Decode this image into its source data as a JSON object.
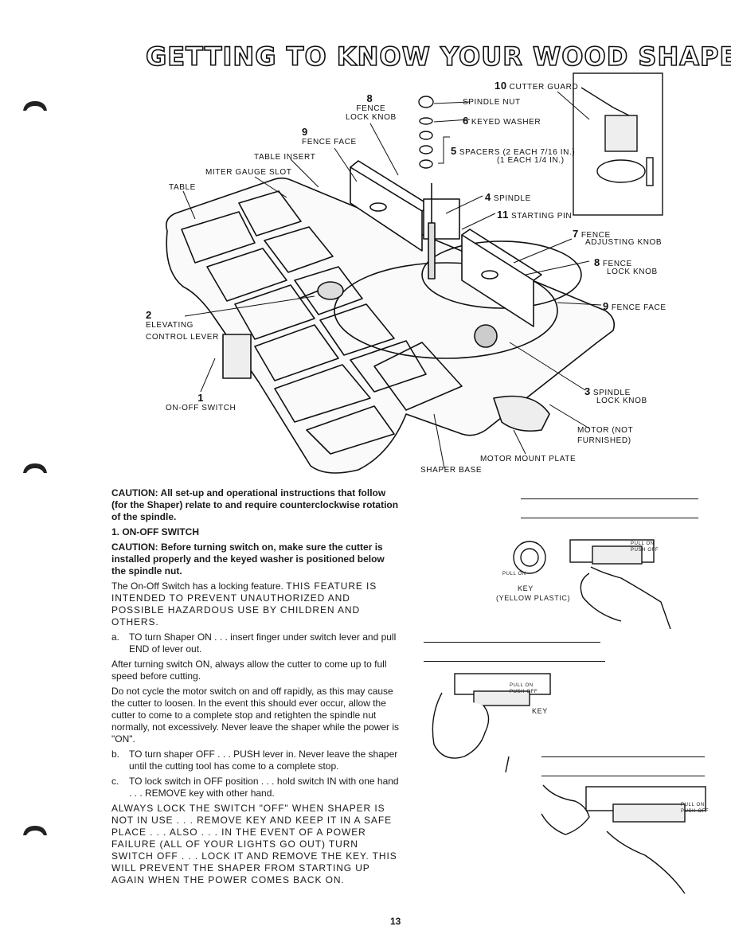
{
  "page": {
    "title": "GETTING TO KNOW YOUR WOOD SHAPER",
    "page_number": "13"
  },
  "diagram": {
    "labels": {
      "cutter_guard": {
        "num": "10",
        "text": "CUTTER GUARD"
      },
      "spindle_nut": {
        "text": "SPINDLE NUT"
      },
      "keyed_washer": {
        "num": "6",
        "text": "KEYED WASHER"
      },
      "spacers": {
        "num": "5",
        "line1": "SPACERS (2 EACH 7/16 IN.)",
        "line2": "(1 EACH 1/4 IN.)"
      },
      "spindle": {
        "num": "4",
        "text": "SPINDLE"
      },
      "starting_pin": {
        "num": "11",
        "text": "STARTING PIN"
      },
      "fence_adjusting_knob": {
        "num": "7",
        "line1": "FENCE",
        "line2": "ADJUSTING KNOB"
      },
      "fence_lock_knob_right": {
        "num": "8",
        "line1": "FENCE",
        "line2": "LOCK KNOB"
      },
      "fence_face_right": {
        "num": "9",
        "text": "FENCE FACE"
      },
      "spindle_lock_knob": {
        "num": "3",
        "line1": "SPINDLE",
        "line2": "LOCK KNOB"
      },
      "motor": {
        "line1": "MOTOR (NOT",
        "line2": "FURNISHED)"
      },
      "motor_mount_plate": {
        "text": "MOTOR MOUNT PLATE"
      },
      "shaper_base": {
        "text": "SHAPER BASE"
      },
      "on_off_switch": {
        "num": "1",
        "text": "ON-OFF SWITCH"
      },
      "elevating_control_lever": {
        "num": "2",
        "line1": "ELEVATING",
        "line2": "CONTROL LEVER"
      },
      "table": {
        "text": "TABLE"
      },
      "miter_gauge_slot": {
        "text": "MITER GAUGE SLOT"
      },
      "table_insert": {
        "text": "TABLE INSERT"
      },
      "fence_face_left": {
        "num": "9",
        "text": "FENCE FACE"
      },
      "fence_lock_knob_left": {
        "num": "8",
        "line1": "FENCE",
        "line2": "LOCK KNOB"
      }
    }
  },
  "text": {
    "caution1": "CAUTION: All set-up and operational instructions that follow (for the Shaper) relate to and require counterclockwise rotation of the spindle.",
    "section1": "1.  ON-OFF SWITCH",
    "caution2": "CAUTION: Before turning switch on, make sure the cutter is installed properly and the keyed washer is positioned below the spindle nut.",
    "intro_a": "The On-Off Switch has a locking feature.",
    "intro_b": "THIS FEATURE IS INTENDED TO PREVENT UNAUTHORIZED AND POSSIBLE HAZARDOUS USE BY CHILDREN AND OTHERS.",
    "a_mark": "a.",
    "a_text": "TO turn Shaper ON . . . insert finger under switch lever and pull END of lever out.",
    "a_p2": "After turning switch ON, always allow the cutter to come up to full speed before cutting.",
    "a_p3": "Do not cycle the motor switch on and off rapidly, as this may cause the cutter to loosen. In the event this should ever occur, allow the cutter to come to a complete stop and retighten the spindle nut normally, not excessively. Never leave the shaper while the power is \"ON\".",
    "b_mark": "b.",
    "b_text": "TO turn shaper OFF . . . PUSH lever in. Never leave the shaper until the cutting tool has come to a complete stop.",
    "c_mark": "c.",
    "c_text": "TO lock switch in OFF position . . . hold switch IN with one hand . . . REMOVE key with other hand.",
    "c_caps": "ALWAYS LOCK THE SWITCH \"OFF\" WHEN SHAPER IS NOT IN USE . . . REMOVE KEY AND KEEP IT IN A SAFE PLACE . . . ALSO . . . IN THE EVENT OF A POWER FAILURE (ALL OF YOUR LIGHTS GO OUT) TURN SWITCH OFF . . . LOCK IT AND REMOVE THE KEY. THIS WILL PREVENT THE SHAPER FROM STARTING UP AGAIN WHEN THE POWER COMES BACK ON."
  },
  "illustrations": {
    "key_label_line1": "KEY",
    "key_label_line2": "(YELLOW PLASTIC)",
    "key_label_2": "KEY",
    "switch_top": "PULL ON",
    "switch_bottom": "PUSH OFF"
  }
}
